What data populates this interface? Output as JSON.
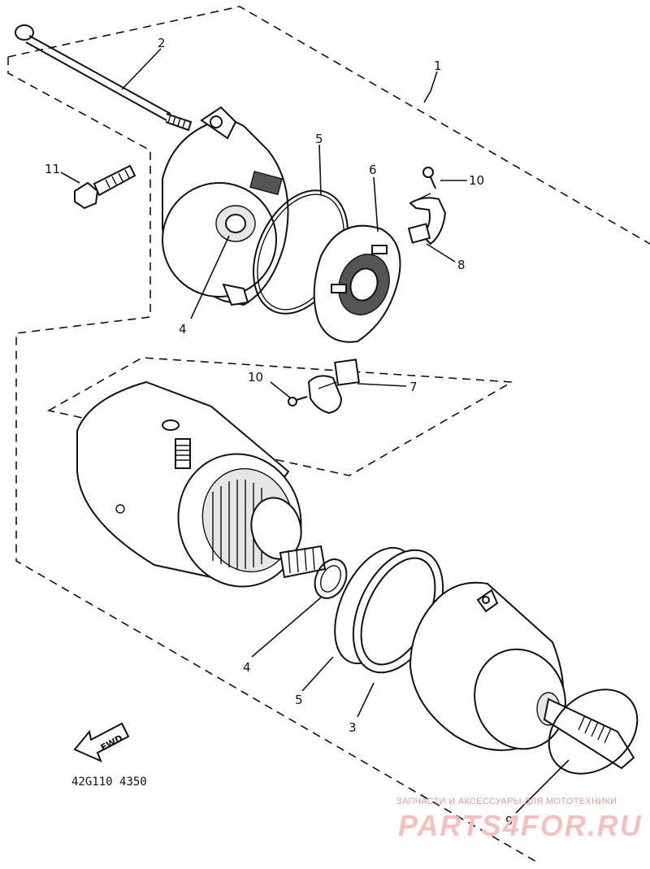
{
  "callouts": {
    "c1": "1",
    "c2": "2",
    "c3": "3",
    "c4a": "4",
    "c4b": "4",
    "c5a": "5",
    "c5b": "5",
    "c6": "6",
    "c7": "7",
    "c8": "8",
    "c9": "9",
    "c10a": "10",
    "c10b": "10",
    "c11": "11"
  },
  "fwd_label": "FWD",
  "diagram_code": "42G110 4350",
  "watermark": {
    "tagline": "ЗАПЧАСТИ И АКСЕССУАРЫ ДЛЯ МОТОТЕХНИКИ",
    "site": "PARTS4FOR.RU"
  },
  "colors": {
    "line": "#111111",
    "background": "#ffffff",
    "watermark": "#e89a9a"
  }
}
